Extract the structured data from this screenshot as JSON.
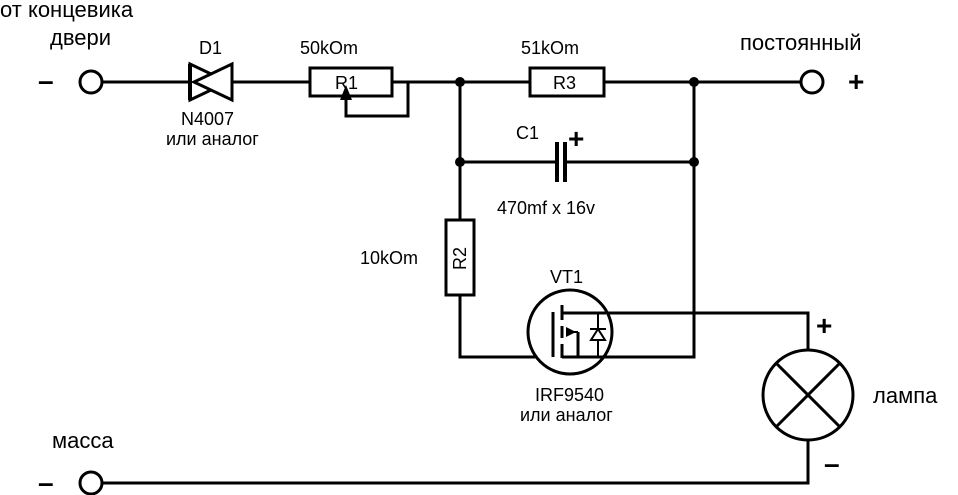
{
  "terminals": {
    "door_switch_label_line1": "от концевика",
    "door_switch_label_line2": "двери",
    "door_switch_sign": "–",
    "constant_label": "постоянный",
    "constant_sign": "+",
    "ground_label": "масса",
    "ground_sign": "–"
  },
  "components": {
    "d1": {
      "ref": "D1",
      "part": "N4007",
      "note": "или аналог"
    },
    "r1": {
      "ref": "R1",
      "value": "50kOm"
    },
    "r3": {
      "ref": "R3",
      "value": "51kOm"
    },
    "c1": {
      "ref": "C1",
      "polarity": "+",
      "value": "470mf x 16v"
    },
    "r2": {
      "ref": "R2",
      "value": "10kOm"
    },
    "vt1": {
      "ref": "VT1",
      "part": "IRF9540",
      "note": "или аналог"
    },
    "lamp": {
      "label": "лампа",
      "plus": "+",
      "minus": "–"
    }
  }
}
